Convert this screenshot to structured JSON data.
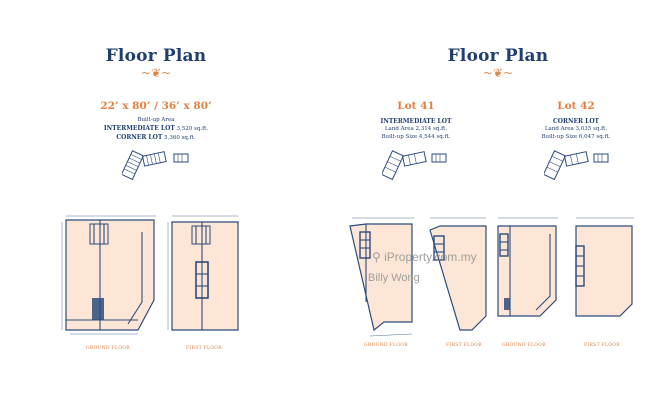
{
  "left": {
    "title": "Floor Plan",
    "size_line": "22’ x 80’ / 36’ x 80’",
    "built_up_label": "Built-up Area",
    "intermediate_label": "INTERMEDIATE LOT",
    "intermediate_value": "3,520 sq.ft.",
    "corner_label": "CORNER LOT",
    "corner_value": "5,360 sq.ft.",
    "ground_floor": "GROUND FLOOR",
    "first_floor": "FIRST FLOOR"
  },
  "right": {
    "title": "Floor Plan",
    "lot41": {
      "title": "Lot 41",
      "type": "INTERMEDIATE LOT",
      "land_area": "Land Area  2,314 sq.ft.",
      "built_up": "Built-up Size  4,544 sq.ft."
    },
    "lot42": {
      "title": "Lot 42",
      "type": "CORNER LOT",
      "land_area": "Land Area  3,035 sq.ft.",
      "built_up": "Built-up Size  6,047 sq.ft."
    },
    "labels": [
      "GROUND FLOOR",
      "FIRST FLOOR",
      "GROUND FLOOR",
      "FIRST FLOOR"
    ]
  },
  "watermark": {
    "brand": "iProperty.com.my",
    "agent": "Billy Wong"
  },
  "colors": {
    "navy": "#1f3f6f",
    "orange": "#e08040",
    "fill": "#fde6d5"
  }
}
